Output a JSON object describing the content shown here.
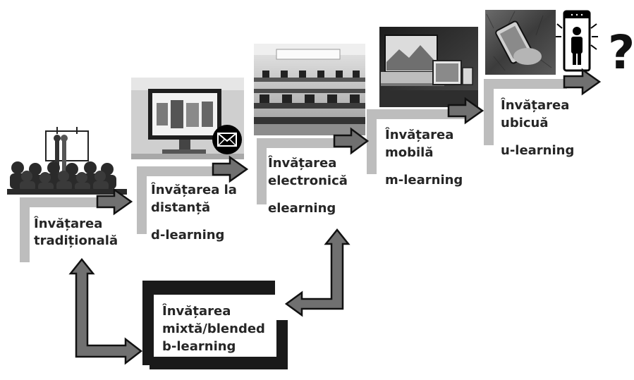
{
  "stages": [
    {
      "id": "traditional",
      "line1": "Învățarea",
      "line2": "tradițională",
      "abbr": ""
    },
    {
      "id": "distance",
      "line1": "Învățarea la",
      "line2": "distanță",
      "abbr": "d-learning"
    },
    {
      "id": "electronic",
      "line1": "Învățarea",
      "line2": "electronică",
      "abbr": "elearning"
    },
    {
      "id": "mobile",
      "line1": "Învățarea",
      "line2": "mobilă",
      "abbr": "m-learning"
    },
    {
      "id": "ubiquitous",
      "line1": "Învățarea",
      "line2": "ubicuă",
      "abbr": "u-learning"
    }
  ],
  "blended": {
    "line1": "Învățarea",
    "line2": "mixtă/blended",
    "abbr": "b-learning"
  },
  "future_mark": "?",
  "colors": {
    "step_bar": "#bdbdbd",
    "arrow_fill": "#707070",
    "arrow_stroke": "#111111",
    "blended_bar": "#1a1a1a",
    "text": "#262626"
  },
  "icons": {
    "traditional": "classroom-lecture-photo",
    "distance": "computer-monitor-photo",
    "distance_badge": "envelope-icon",
    "electronic": "computer-lab-photo",
    "mobile": "laptop-tablet-phone-photo",
    "ubiquitous": "hand-holding-phone-photo",
    "ubiquitous_badge": "person-kiosk-icon"
  }
}
